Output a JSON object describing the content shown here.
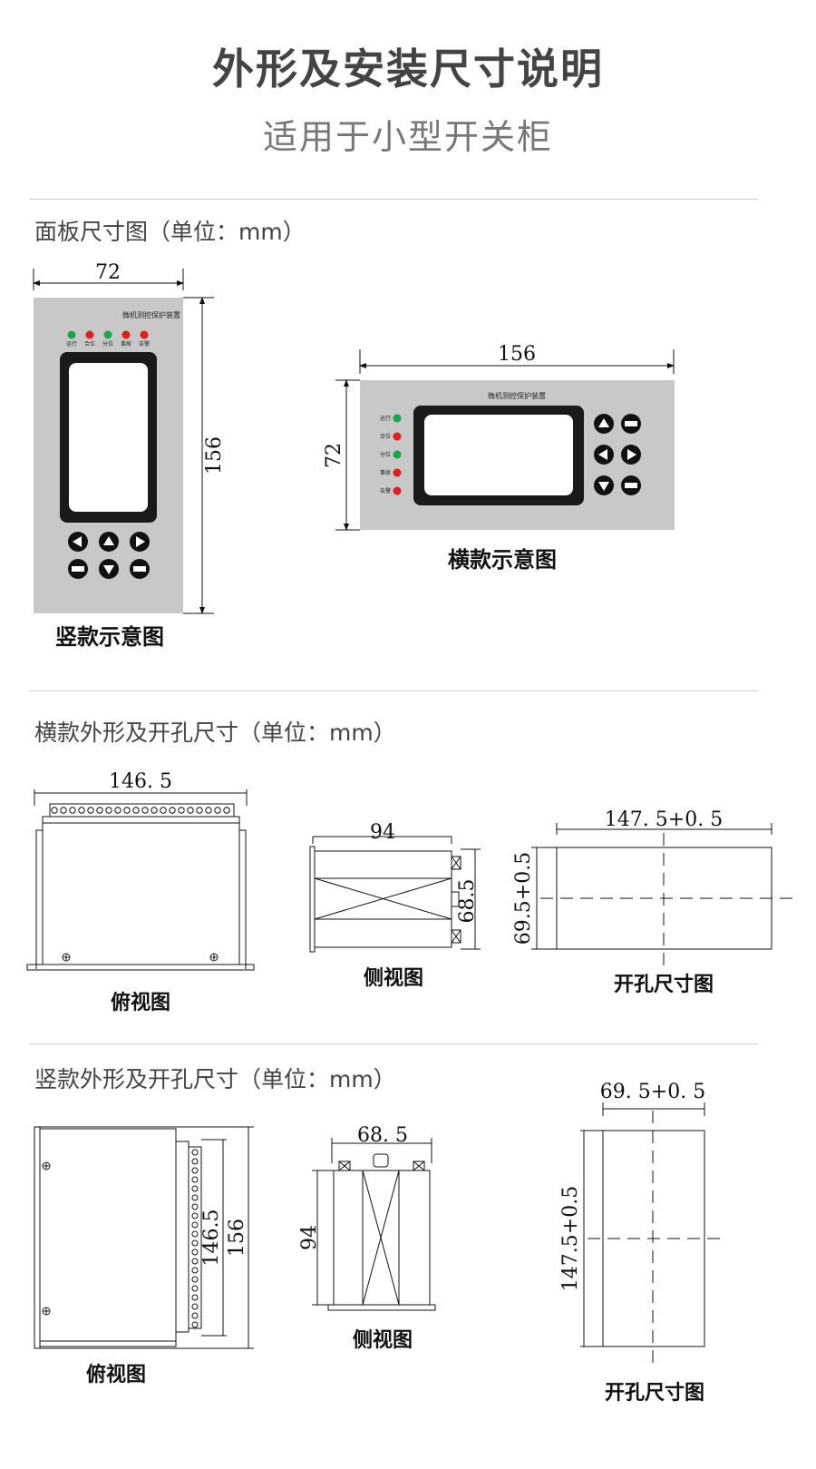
{
  "header": {
    "title": "外形及安装尺寸说明",
    "subtitle": "适用于小型开关柜"
  },
  "sections": {
    "panel": {
      "heading": "面板尺寸图（单位：mm）",
      "vertical": {
        "width_label": "72",
        "height_label": "156",
        "device_name": "微机测控保护装置",
        "indicators": [
          {
            "label": "运行",
            "color": "#1aa64a"
          },
          {
            "label": "合位",
            "color": "#e02020"
          },
          {
            "label": "分位",
            "color": "#1aa64a"
          },
          {
            "label": "事故",
            "color": "#e02020"
          },
          {
            "label": "告警",
            "color": "#e02020"
          }
        ],
        "caption": "竖款示意图"
      },
      "horizontal": {
        "width_label": "156",
        "height_label": "72",
        "device_name": "微机测控保护装置",
        "caption": "横款示意图"
      }
    },
    "horizontal_model": {
      "heading": "横款外形及开孔尺寸（单位：mm）",
      "top_view": {
        "width_label": "146. 5",
        "caption": "俯视图"
      },
      "side_view": {
        "width_label": "94",
        "height_label": "68.5",
        "caption": "侧视图"
      },
      "cutout": {
        "width_label": "147. 5+0. 5",
        "height_label": "69.5+0.5",
        "caption": "开孔尺寸图"
      }
    },
    "vertical_model": {
      "heading": "竖款外形及开孔尺寸（单位：mm）",
      "top_view": {
        "inner_label": "146.5",
        "outer_label": "156",
        "caption": "俯视图"
      },
      "side_view": {
        "width_label": "68. 5",
        "height_label": "94",
        "caption": "侧视图"
      },
      "cutout": {
        "width_label": "69. 5+0. 5",
        "height_label": "147.5+0.5",
        "caption": "开孔尺寸图"
      }
    }
  },
  "colors": {
    "panel_gray": "#c8c8c8",
    "screen_black": "#1a1a1a",
    "button_black": "#111111"
  }
}
